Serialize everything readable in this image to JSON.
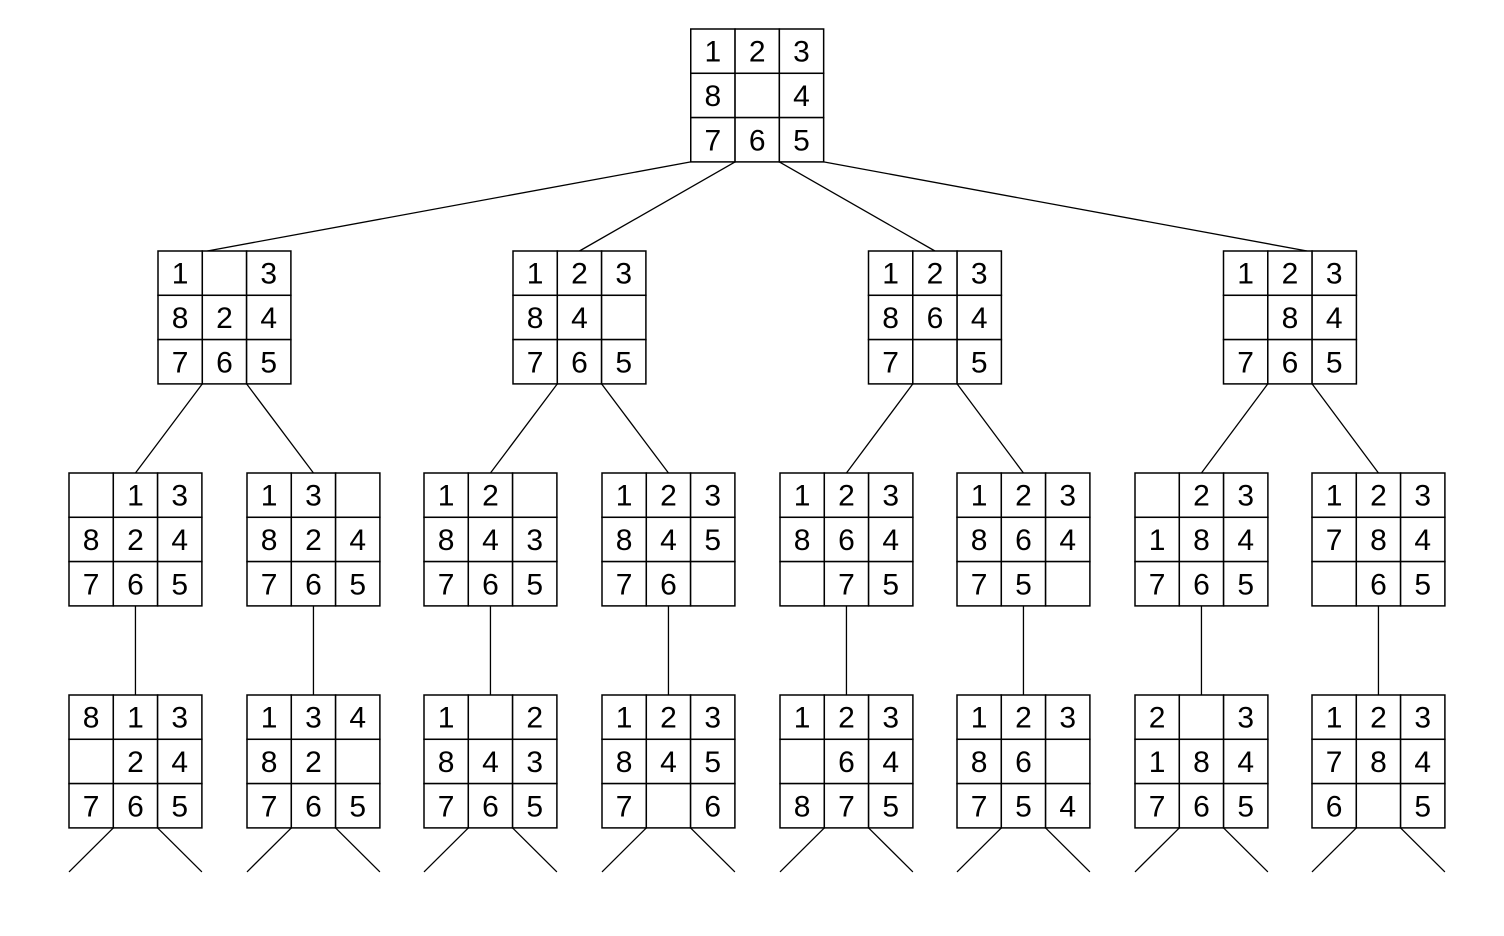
{
  "diagram": {
    "kind": "8-puzzle search tree",
    "colors": {
      "line": "#000000",
      "background": "#ffffff"
    },
    "root": {
      "tiles": [
        [
          "1",
          "2",
          "3"
        ],
        [
          "8",
          "",
          "4"
        ],
        [
          "7",
          "6",
          "5"
        ]
      ],
      "children": [
        {
          "tiles": [
            [
              "1",
              "",
              "3"
            ],
            [
              "8",
              "2",
              "4"
            ],
            [
              "7",
              "6",
              "5"
            ]
          ],
          "children": [
            {
              "tiles": [
                [
                  "",
                  "1",
                  "3"
                ],
                [
                  "8",
                  "2",
                  "4"
                ],
                [
                  "7",
                  "6",
                  "5"
                ]
              ],
              "children": [
                {
                  "tiles": [
                    [
                      "8",
                      "1",
                      "3"
                    ],
                    [
                      "",
                      "2",
                      "4"
                    ],
                    [
                      "7",
                      "6",
                      "5"
                    ]
                  ],
                  "children": [],
                  "continues": true
                }
              ]
            },
            {
              "tiles": [
                [
                  "1",
                  "3",
                  ""
                ],
                [
                  "8",
                  "2",
                  "4"
                ],
                [
                  "7",
                  "6",
                  "5"
                ]
              ],
              "children": [
                {
                  "tiles": [
                    [
                      "1",
                      "3",
                      "4"
                    ],
                    [
                      "8",
                      "2",
                      ""
                    ],
                    [
                      "7",
                      "6",
                      "5"
                    ]
                  ],
                  "children": [],
                  "continues": true
                }
              ]
            }
          ]
        },
        {
          "tiles": [
            [
              "1",
              "2",
              "3"
            ],
            [
              "8",
              "4",
              ""
            ],
            [
              "7",
              "6",
              "5"
            ]
          ],
          "children": [
            {
              "tiles": [
                [
                  "1",
                  "2",
                  ""
                ],
                [
                  "8",
                  "4",
                  "3"
                ],
                [
                  "7",
                  "6",
                  "5"
                ]
              ],
              "children": [
                {
                  "tiles": [
                    [
                      "1",
                      "",
                      "2"
                    ],
                    [
                      "8",
                      "4",
                      "3"
                    ],
                    [
                      "7",
                      "6",
                      "5"
                    ]
                  ],
                  "children": [],
                  "continues": true
                }
              ]
            },
            {
              "tiles": [
                [
                  "1",
                  "2",
                  "3"
                ],
                [
                  "8",
                  "4",
                  "5"
                ],
                [
                  "7",
                  "6",
                  ""
                ]
              ],
              "children": [
                {
                  "tiles": [
                    [
                      "1",
                      "2",
                      "3"
                    ],
                    [
                      "8",
                      "4",
                      "5"
                    ],
                    [
                      "7",
                      "",
                      "6"
                    ]
                  ],
                  "children": [],
                  "continues": true
                }
              ]
            }
          ]
        },
        {
          "tiles": [
            [
              "1",
              "2",
              "3"
            ],
            [
              "8",
              "6",
              "4"
            ],
            [
              "7",
              "",
              "5"
            ]
          ],
          "children": [
            {
              "tiles": [
                [
                  "1",
                  "2",
                  "3"
                ],
                [
                  "8",
                  "6",
                  "4"
                ],
                [
                  "",
                  "7",
                  "5"
                ]
              ],
              "children": [
                {
                  "tiles": [
                    [
                      "1",
                      "2",
                      "3"
                    ],
                    [
                      "",
                      "6",
                      "4"
                    ],
                    [
                      "8",
                      "7",
                      "5"
                    ]
                  ],
                  "children": [],
                  "continues": true
                }
              ]
            },
            {
              "tiles": [
                [
                  "1",
                  "2",
                  "3"
                ],
                [
                  "8",
                  "6",
                  "4"
                ],
                [
                  "7",
                  "5",
                  ""
                ]
              ],
              "children": [
                {
                  "tiles": [
                    [
                      "1",
                      "2",
                      "3"
                    ],
                    [
                      "8",
                      "6",
                      ""
                    ],
                    [
                      "7",
                      "5",
                      "4"
                    ]
                  ],
                  "children": [],
                  "continues": true
                }
              ]
            }
          ]
        },
        {
          "tiles": [
            [
              "1",
              "2",
              "3"
            ],
            [
              "",
              "8",
              "4"
            ],
            [
              "7",
              "6",
              "5"
            ]
          ],
          "children": [
            {
              "tiles": [
                [
                  "",
                  "2",
                  "3"
                ],
                [
                  "1",
                  "8",
                  "4"
                ],
                [
                  "7",
                  "6",
                  "5"
                ]
              ],
              "children": [
                {
                  "tiles": [
                    [
                      "2",
                      "",
                      "3"
                    ],
                    [
                      "1",
                      "8",
                      "4"
                    ],
                    [
                      "7",
                      "6",
                      "5"
                    ]
                  ],
                  "children": [],
                  "continues": true
                }
              ]
            },
            {
              "tiles": [
                [
                  "1",
                  "2",
                  "3"
                ],
                [
                  "7",
                  "8",
                  "4"
                ],
                [
                  "",
                  "6",
                  "5"
                ]
              ],
              "children": [
                {
                  "tiles": [
                    [
                      "1",
                      "2",
                      "3"
                    ],
                    [
                      "7",
                      "8",
                      "4"
                    ],
                    [
                      "6",
                      "",
                      "5"
                    ]
                  ],
                  "children": [],
                  "continues": true
                }
              ]
            }
          ]
        }
      ]
    }
  }
}
